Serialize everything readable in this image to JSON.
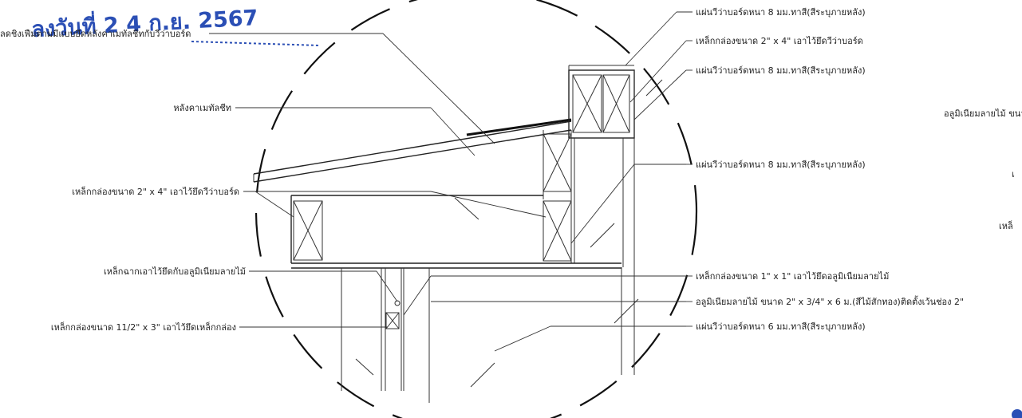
{
  "stamp": {
    "text": "ลงวันที่ 2 4 ก.ย. 2567"
  },
  "labels": {
    "top_partial": "ลดชิงเฟืมตามมีแบบยึดหลังคาเมทัลชีทกับวีว่าบอร์ด",
    "metal_roof": "หลังคาเมทัลชีท",
    "steel_box_left": "เหล็กกล่องขนาด 2\" x 4\" เอาไว้ยึดวีว่าบอร์ด",
    "steel_angle": "เหล็กฉากเอาไว้ยึดกับอลูมิเนียมลายไม้",
    "steel_box_112": "เหล็กกล่องขนาด 11/2\" x 3\" เอาไว้ยึดเหล็กกล่อง",
    "r_viva_top": "แผ่นวีว่าบอร์ดหนา 8 มม.ทาสี(สีระบุภายหลัง)",
    "r_steel_box_24": "เหล็กกล่องขนาด 2\" x 4\" เอาไว้ยึดวีว่าบอร์ด",
    "r_viva_2": "แผ่นวีว่าบอร์ดหนา 8 มม.ทาสี(สีระบุภายหลัง)",
    "r_viva_3": "แผ่นวีว่าบอร์ดหนา 8 มม.ทาสี(สีระบุภายหลัง)",
    "r_steel_box_11": "เหล็กกล่องขนาด 1\" x 1\" เอาไว้ยึดอลูมิเนียมลายไม้",
    "r_alu": "อลูมิเนียมลายไม้ ขนาด 2\" x 3/4\" x 6 ม.(สีไม้สักทอง)ติดตั้งเว้นช่อง 2\"",
    "r_viva_6": "แผ่นวีว่าบอร์ดหนา 6 มม.ทาสี(สีระบุภายหลัง)",
    "far_right_1": "อลูมิเนียมลายไม้ ขนา",
    "far_right_2": "เ",
    "far_right_3": "เหล็"
  }
}
